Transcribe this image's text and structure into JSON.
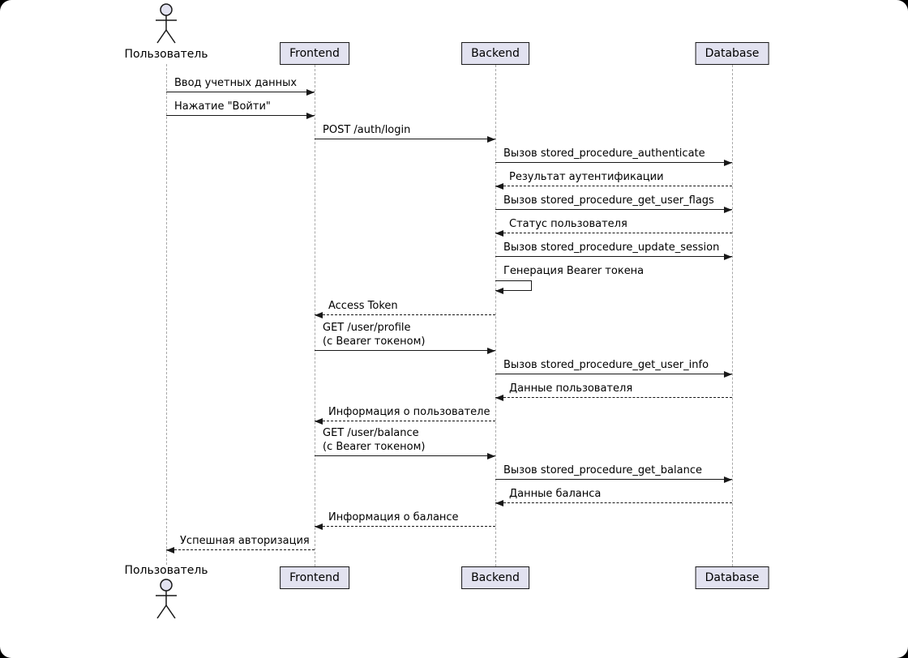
{
  "diagram": {
    "kind": "sequence-diagram",
    "participants": [
      {
        "name": "Пользователь",
        "type": "actor"
      },
      {
        "name": "Frontend",
        "type": "participant"
      },
      {
        "name": "Backend",
        "type": "participant"
      },
      {
        "name": "Database",
        "type": "participant"
      }
    ],
    "messages": [
      {
        "from": "Пользователь",
        "to": "Frontend",
        "label": "Ввод учетных данных",
        "style": "solid"
      },
      {
        "from": "Пользователь",
        "to": "Frontend",
        "label": "Нажатие \"Войти\"",
        "style": "solid"
      },
      {
        "from": "Frontend",
        "to": "Backend",
        "label": "POST /auth/login",
        "style": "solid"
      },
      {
        "from": "Backend",
        "to": "Database",
        "label": "Вызов stored_procedure_authenticate",
        "style": "solid"
      },
      {
        "from": "Database",
        "to": "Backend",
        "label": "Результат аутентификации",
        "style": "dashed"
      },
      {
        "from": "Backend",
        "to": "Database",
        "label": "Вызов stored_procedure_get_user_flags",
        "style": "solid"
      },
      {
        "from": "Database",
        "to": "Backend",
        "label": "Статус пользователя",
        "style": "dashed"
      },
      {
        "from": "Backend",
        "to": "Database",
        "label": "Вызов stored_procedure_update_session",
        "style": "solid"
      },
      {
        "from": "Backend",
        "to": "Backend",
        "label": "Генерация Bearer токена",
        "style": "self"
      },
      {
        "from": "Backend",
        "to": "Frontend",
        "label": "Access Token",
        "style": "dashed"
      },
      {
        "from": "Frontend",
        "to": "Backend",
        "label": "GET /user/profile",
        "label2": "(с Bearer токеном)",
        "style": "solid"
      },
      {
        "from": "Backend",
        "to": "Database",
        "label": "Вызов stored_procedure_get_user_info",
        "style": "solid"
      },
      {
        "from": "Database",
        "to": "Backend",
        "label": "Данные пользователя",
        "style": "dashed"
      },
      {
        "from": "Backend",
        "to": "Frontend",
        "label": "Информация о пользователе",
        "style": "dashed"
      },
      {
        "from": "Frontend",
        "to": "Backend",
        "label": "GET /user/balance",
        "label2": "(с Bearer токеном)",
        "style": "solid"
      },
      {
        "from": "Backend",
        "to": "Database",
        "label": "Вызов stored_procedure_get_balance",
        "style": "solid"
      },
      {
        "from": "Database",
        "to": "Backend",
        "label": "Данные баланса",
        "style": "dashed"
      },
      {
        "from": "Backend",
        "to": "Frontend",
        "label": "Информация о балансе",
        "style": "dashed"
      },
      {
        "from": "Frontend",
        "to": "Пользователь",
        "label": "Успешная авторизация",
        "style": "dashed"
      }
    ],
    "colors": {
      "participant_fill": "#E2E2F0",
      "border": "#181818",
      "lifeline": "#A8A8A8",
      "background": "#FFFFFF"
    }
  }
}
